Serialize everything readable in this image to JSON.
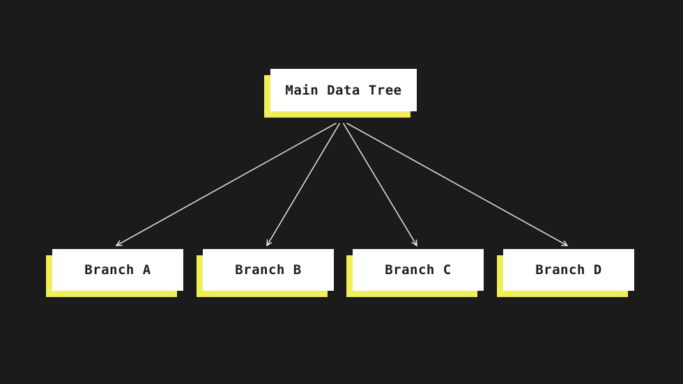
{
  "diagram": {
    "root": {
      "label": "Main Data Tree"
    },
    "branches": [
      {
        "label": "Branch A"
      },
      {
        "label": "Branch B"
      },
      {
        "label": "Branch C"
      },
      {
        "label": "Branch D"
      }
    ],
    "edges": [
      {
        "from": "Main Data Tree",
        "to": "Branch A"
      },
      {
        "from": "Main Data Tree",
        "to": "Branch B"
      },
      {
        "from": "Main Data Tree",
        "to": "Branch C"
      },
      {
        "from": "Main Data Tree",
        "to": "Branch D"
      }
    ],
    "colors": {
      "background": "#1b1b1b",
      "node_background": "#ffffff",
      "node_shadow": "#f0ef5a",
      "node_text": "#1c1c1c",
      "arrow": "#f2f2f2"
    }
  }
}
